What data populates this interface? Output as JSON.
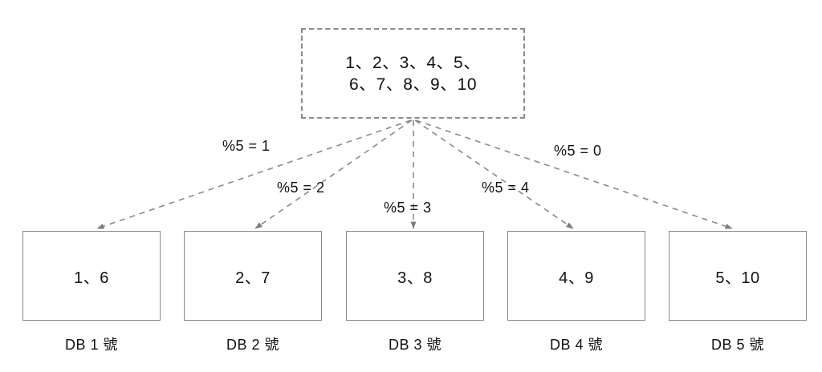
{
  "diagram": {
    "type": "sharding-distribution-diagram",
    "source": {
      "name": "key-pool",
      "lines": [
        "1、2、3、4、5、",
        "6、7、8、9、10"
      ],
      "border_style": "dashed",
      "border_color": "#8a8a8a"
    },
    "edges": [
      {
        "id": "edge-1",
        "label": "%5 = 1",
        "target": "DB 1 號"
      },
      {
        "id": "edge-2",
        "label": "%5 = 2",
        "target": "DB 2 號"
      },
      {
        "id": "edge-3",
        "label": "%5 = 3",
        "target": "DB 3 號"
      },
      {
        "id": "edge-4",
        "label": "%5 = 4",
        "target": "DB 4 號"
      },
      {
        "id": "edge-5",
        "label": "%5 = 0",
        "target": "DB 5 號"
      }
    ],
    "shards": [
      {
        "id": "shard-1",
        "content": "1、6",
        "label": "DB 1 號"
      },
      {
        "id": "shard-2",
        "content": "2、7",
        "label": "DB 2 號"
      },
      {
        "id": "shard-3",
        "content": "3、8",
        "label": "DB 3 號"
      },
      {
        "id": "shard-4",
        "content": "4、9",
        "label": "DB 4 號"
      },
      {
        "id": "shard-5",
        "content": "5、10",
        "label": "DB 5 號"
      }
    ],
    "colors": {
      "line": "#8a8a8a",
      "text": "#111111",
      "background": "#ffffff"
    }
  }
}
